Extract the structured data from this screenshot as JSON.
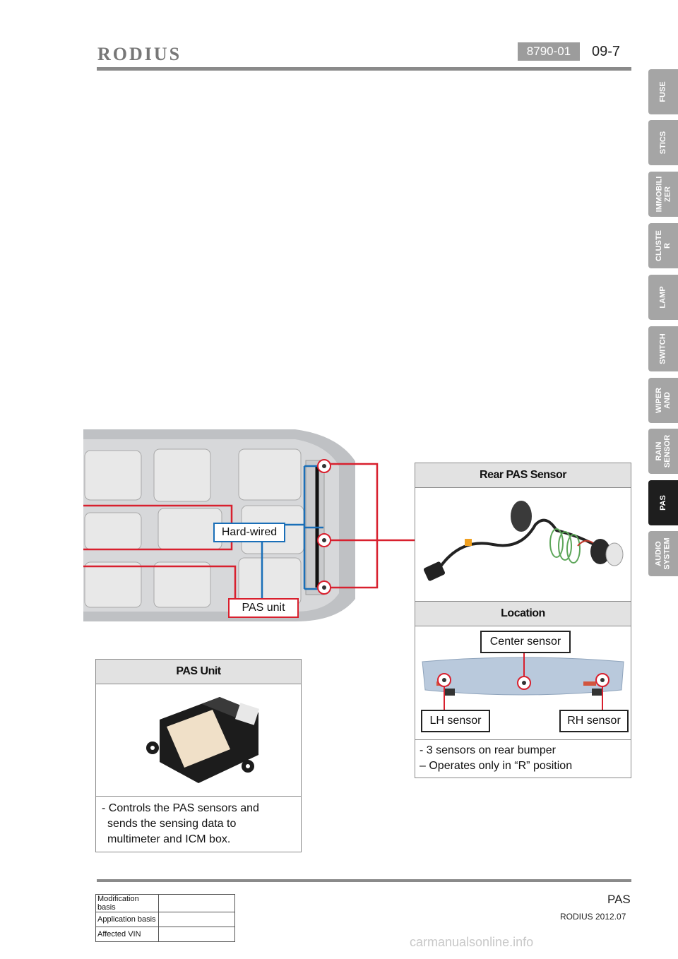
{
  "header": {
    "logo": "RODIUS",
    "code": "8790-01",
    "page": "09-7"
  },
  "side_tabs": [
    {
      "label": "FUSE",
      "active": false
    },
    {
      "label": "STICS",
      "active": false
    },
    {
      "label": "IMMOBILI\nZER",
      "active": false
    },
    {
      "label": "CLUSTE\nR",
      "active": false
    },
    {
      "label": "LAMP",
      "active": false
    },
    {
      "label": "SWITCH",
      "active": false
    },
    {
      "label": "WIPER\nAND",
      "active": false
    },
    {
      "label": "RAIN\nSENSOR",
      "active": false
    },
    {
      "label": "PAS",
      "active": true
    },
    {
      "label": "AUDIO\nSYSTEM",
      "active": false
    }
  ],
  "diagram": {
    "hard_wired_label": "Hard-wired",
    "pas_unit_label": "PAS unit"
  },
  "rear_sensor_box": {
    "title": "Rear PAS Sensor",
    "location_title": "Location",
    "center_sensor": "Center sensor",
    "lh_sensor": "LH sensor",
    "rh_sensor": "RH sensor",
    "note_line1": "- 3 sensors on rear bumper",
    "note_line2": "– Operates only in “R” position"
  },
  "pas_unit_box": {
    "title": "PAS Unit",
    "note_line1": "- Controls the PAS sensors and",
    "note_line2": "sends the sensing data to",
    "note_line3": "multimeter and ICM box."
  },
  "modification_table": {
    "row1": "Modification basis",
    "row2": "Application basis",
    "row3": "Affected VIN"
  },
  "footer": {
    "section": "PAS",
    "model": "RODIUS 2012.07",
    "watermark": "carmanualsonline.info"
  },
  "colors": {
    "wire_red": "#d8202e",
    "wire_blue": "#1a6fb8",
    "active_tab": "#1e1e1e",
    "tab": "#a5a5a5"
  }
}
